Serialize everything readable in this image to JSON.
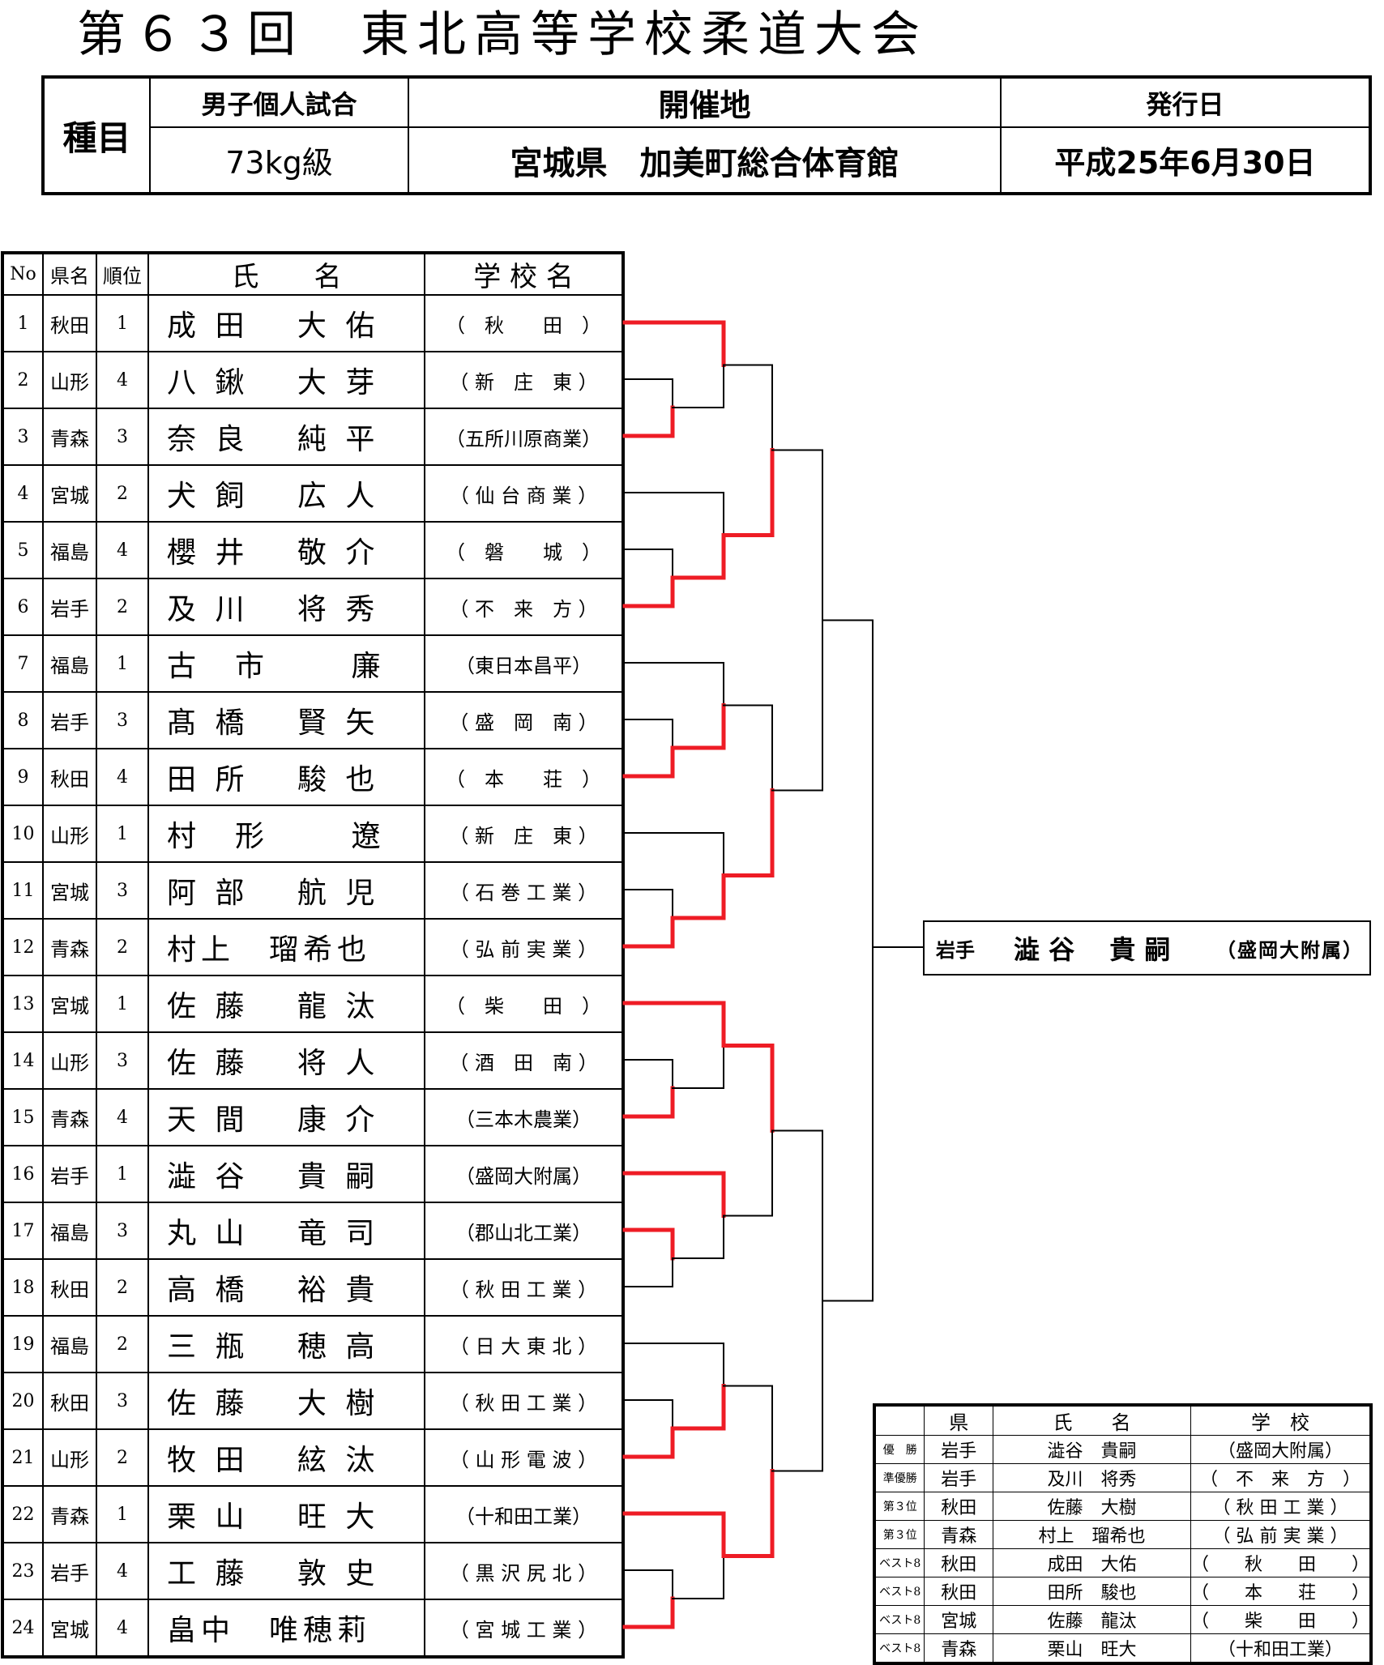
{
  "title": [
    "第",
    "６",
    "３",
    "回",
    "",
    "東",
    "北",
    "高",
    "等",
    "学",
    "校",
    "柔",
    "道",
    "大",
    "会"
  ],
  "header": {
    "category_label": "種目",
    "event": "男子個人試合",
    "weight": "73kg級",
    "venue_label": "開催地",
    "venue": "宮城県　加美町総合体育館",
    "date_label": "発行日",
    "date": "平成25年6月30日"
  },
  "entrants_table": {
    "headers": {
      "no": "No",
      "pref": "県名",
      "rank": "順位",
      "name": "氏　　名",
      "school": "学 校 名"
    },
    "rows": [
      {
        "no": "1",
        "pref": "秋田",
        "rank": "1",
        "name": "成 田　 大 佑",
        "school": "（　秋　　田　）"
      },
      {
        "no": "2",
        "pref": "山形",
        "rank": "4",
        "name": "八 鍬　 大 芽",
        "school": "（ 新　庄　東 ）"
      },
      {
        "no": "3",
        "pref": "青森",
        "rank": "3",
        "name": "奈 良　 純 平",
        "school": "（五所川原商業）"
      },
      {
        "no": "4",
        "pref": "宮城",
        "rank": "2",
        "name": "犬 飼　 広 人",
        "school": "（ 仙 台 商 業 ）"
      },
      {
        "no": "5",
        "pref": "福島",
        "rank": "4",
        "name": "櫻 井　 敬 介",
        "school": "（　磐　　城　）"
      },
      {
        "no": "6",
        "pref": "岩手",
        "rank": "2",
        "name": "及 川　 将 秀",
        "school": "（ 不　来　方 ）"
      },
      {
        "no": "7",
        "pref": "福島",
        "rank": "1",
        "name": "古　市　　 廉",
        "school": "（東日本昌平）"
      },
      {
        "no": "8",
        "pref": "岩手",
        "rank": "3",
        "name": "髙 橋　 賢 矢",
        "school": "（ 盛　岡　南 ）"
      },
      {
        "no": "9",
        "pref": "秋田",
        "rank": "4",
        "name": "田 所　 駿 也",
        "school": "（　本　　荘　）"
      },
      {
        "no": "10",
        "pref": "山形",
        "rank": "1",
        "name": "村　形　　 遼",
        "school": "（ 新　庄　東 ）"
      },
      {
        "no": "11",
        "pref": "宮城",
        "rank": "3",
        "name": "阿 部　 航 児",
        "school": "（ 石 巻 工 業 ）"
      },
      {
        "no": "12",
        "pref": "青森",
        "rank": "2",
        "name": "村上　瑠希也",
        "school": "（ 弘 前 実 業 ）"
      },
      {
        "no": "13",
        "pref": "宮城",
        "rank": "1",
        "name": "佐 藤　 龍 汰",
        "school": "（　柴　　田　）"
      },
      {
        "no": "14",
        "pref": "山形",
        "rank": "3",
        "name": "佐 藤　 将 人",
        "school": "（ 酒　田　南 ）"
      },
      {
        "no": "15",
        "pref": "青森",
        "rank": "4",
        "name": "天 間　 康 介",
        "school": "（三本木農業）"
      },
      {
        "no": "16",
        "pref": "岩手",
        "rank": "1",
        "name": "澁 谷　 貴 嗣",
        "school": "（盛岡大附属）"
      },
      {
        "no": "17",
        "pref": "福島",
        "rank": "3",
        "name": "丸 山　 竜 司",
        "school": "（郡山北工業）"
      },
      {
        "no": "18",
        "pref": "秋田",
        "rank": "2",
        "name": "高 橋　 裕 貴",
        "school": "（ 秋 田 工 業 ）"
      },
      {
        "no": "19",
        "pref": "福島",
        "rank": "2",
        "name": "三 瓶　 穂 高",
        "school": "（ 日 大 東 北 ）"
      },
      {
        "no": "20",
        "pref": "秋田",
        "rank": "3",
        "name": "佐 藤　 大 樹",
        "school": "（ 秋 田 工 業 ）"
      },
      {
        "no": "21",
        "pref": "山形",
        "rank": "2",
        "name": "牧 田　 絃 汰",
        "school": "（ 山 形 電 波 ）"
      },
      {
        "no": "22",
        "pref": "青森",
        "rank": "1",
        "name": "栗 山　 旺 大",
        "school": "（十和田工業）"
      },
      {
        "no": "23",
        "pref": "岩手",
        "rank": "4",
        "name": "工 藤　 敦 史",
        "school": "（ 黒 沢 尻 北 ）"
      },
      {
        "no": "24",
        "pref": "宮城",
        "rank": "4",
        "name": "畠中　唯穂莉",
        "school": "（ 宮 城 工 業 ）"
      }
    ]
  },
  "winner": {
    "pref": "岩手",
    "name": "澁 谷　 貴 嗣",
    "school": "（盛岡大附属）"
  },
  "results_table": {
    "headers": {
      "pref": "県",
      "name": "氏　　名",
      "school": "学　校"
    },
    "rows": [
      {
        "label": "優　勝",
        "pref": "岩手",
        "name": "澁谷　貴嗣",
        "school": "（盛岡大附属）"
      },
      {
        "label": "準優勝",
        "pref": "岩手",
        "name": "及川　将秀",
        "school": "（　不　来　方　）"
      },
      {
        "label": "第３位",
        "pref": "秋田",
        "name": "佐藤　大樹",
        "school": "（ 秋 田 工 業 ）"
      },
      {
        "label": "第３位",
        "pref": "青森",
        "name": "村上　瑠希也",
        "school": "（ 弘 前 実 業 ）"
      },
      {
        "label": "ベスト8",
        "pref": "秋田",
        "name": "成田　大佑",
        "school": "（　　秋　　田　　）"
      },
      {
        "label": "ベスト8",
        "pref": "秋田",
        "name": "田所　駿也",
        "school": "（　　本　　荘　　）"
      },
      {
        "label": "ベスト8",
        "pref": "宮城",
        "name": "佐藤　龍汰",
        "school": "（　　柴　　田　　）"
      },
      {
        "label": "ベスト8",
        "pref": "青森",
        "name": "栗山　旺大",
        "school": "（十和田工業）"
      }
    ]
  },
  "colors": {
    "line": "#000000",
    "winner_path": "#ee1c25"
  }
}
